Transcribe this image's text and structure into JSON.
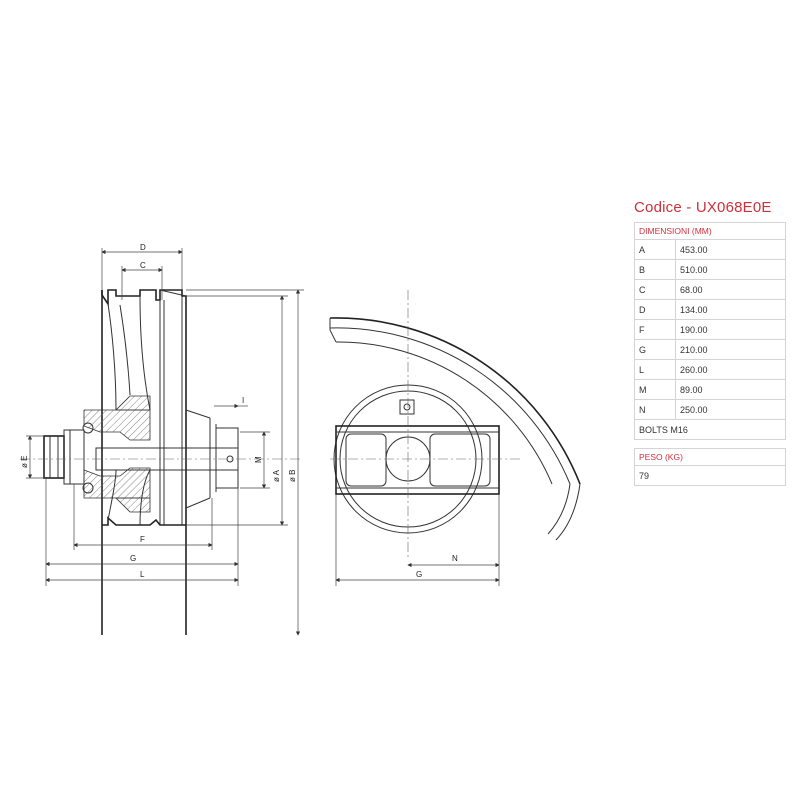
{
  "drawing": {
    "dimension_labels": [
      "D",
      "C",
      "I",
      "M",
      "ø A",
      "ø B",
      "ø E",
      "F",
      "G",
      "L",
      "N",
      "G"
    ]
  },
  "spec": {
    "code": "Codice - UX068E0E",
    "dimensions_header": "DIMENSIONI (MM)",
    "rows": [
      {
        "key": "A",
        "value": "453.00"
      },
      {
        "key": "B",
        "value": "510.00"
      },
      {
        "key": "C",
        "value": "68.00"
      },
      {
        "key": "D",
        "value": "134.00"
      },
      {
        "key": "F",
        "value": "190.00"
      },
      {
        "key": "G",
        "value": "210.00"
      },
      {
        "key": "L",
        "value": "260.00"
      },
      {
        "key": "M",
        "value": "89.00"
      },
      {
        "key": "N",
        "value": "250.00"
      }
    ],
    "bolts": "BOLTS M16",
    "weight_header": "PESO (KG)",
    "weight": "79"
  }
}
